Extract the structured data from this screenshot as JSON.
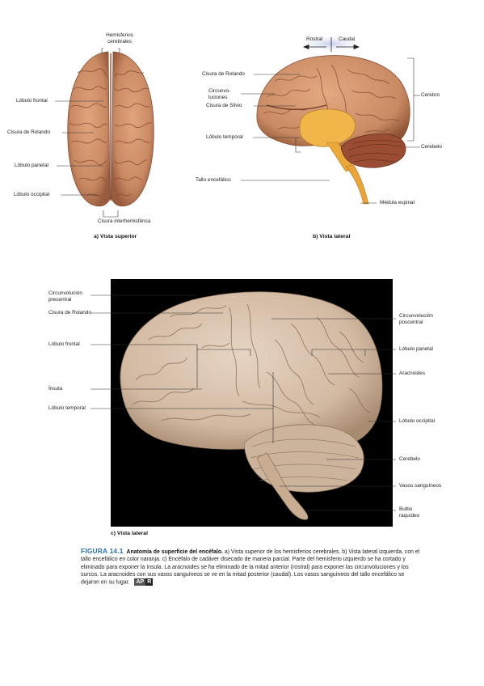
{
  "figure_a": {
    "labels": {
      "hemisferios": "Hemisferios\ncerebrales",
      "frontal": "Lóbulo frontal",
      "rolando": "Cisura de Rolando",
      "parietal": "Lóbulo parietal",
      "occipital": "Lóbulo occipital",
      "interhemisferica": "Cisura interhemisférica"
    },
    "caption": "a) Vista superior"
  },
  "figure_b": {
    "labels": {
      "rostral": "Rostral",
      "caudal": "Caudal",
      "rolando": "Cisura de Rolando",
      "circunvoluciones": "Circunvo-\nluciones",
      "silvio": "Cisura de Silvio",
      "temporal": "Lóbulo temporal",
      "tallo": "Tallo encefálico",
      "cerebro": "Cerebro",
      "cerebelo": "Cerebelo",
      "medula": "Médula espinal"
    },
    "caption": "b) Vista lateral"
  },
  "figure_c": {
    "labels": {
      "precentral": "Circunvolución\nprecentral",
      "rolando": "Cisura de Rolando",
      "frontal": "Lóbulo frontal",
      "insula": "Ínsula",
      "temporal": "Lóbulo temporal",
      "poscentral": "Circunvolución\nposcentral",
      "parietal": "Lóbulo parietal",
      "aracnoides": "Aracnoides",
      "occipital": "Lóbulo occipital",
      "cerebelo": "Cerebelo",
      "vasos": "Vasos sanguíneos",
      "bulbo": "Bulbo\nraquídeo"
    },
    "caption": "c) Vista lateral"
  },
  "caption": {
    "number": "FIGURA 14.1",
    "title": "Anatomía de superficie del encéfalo.",
    "text": "a) Vista superior de los hemisferios cerebrales. b) Vista lateral izquierda, con el tallo encefálico en color naranja. c) Encéfalo de cadáver disecado de manera parcial. Parte del hemisferio izquierdo se ha cortado y eliminado para exponer la ínsula. La aracnoides se ha eliminado de la mitad anterior (rostral) para exponer las circunvoluciones y los surcos. La aracnoides con sus vasos sanguíneos se ve en la mitad posterior (caudal). Los vasos sanguíneos del tallo encefálico se dejaron en su lugar.",
    "badge_a": "AP",
    "badge_r": "R"
  },
  "colors": {
    "brain": "#c98a63",
    "brain_dark": "#8a4f33",
    "brainstem": "#f0b64a",
    "cerebellum": "#9a4d33",
    "photo_bg": "#000000",
    "cadaver": "#d9c3ae",
    "accent": "#2a6fb0"
  }
}
